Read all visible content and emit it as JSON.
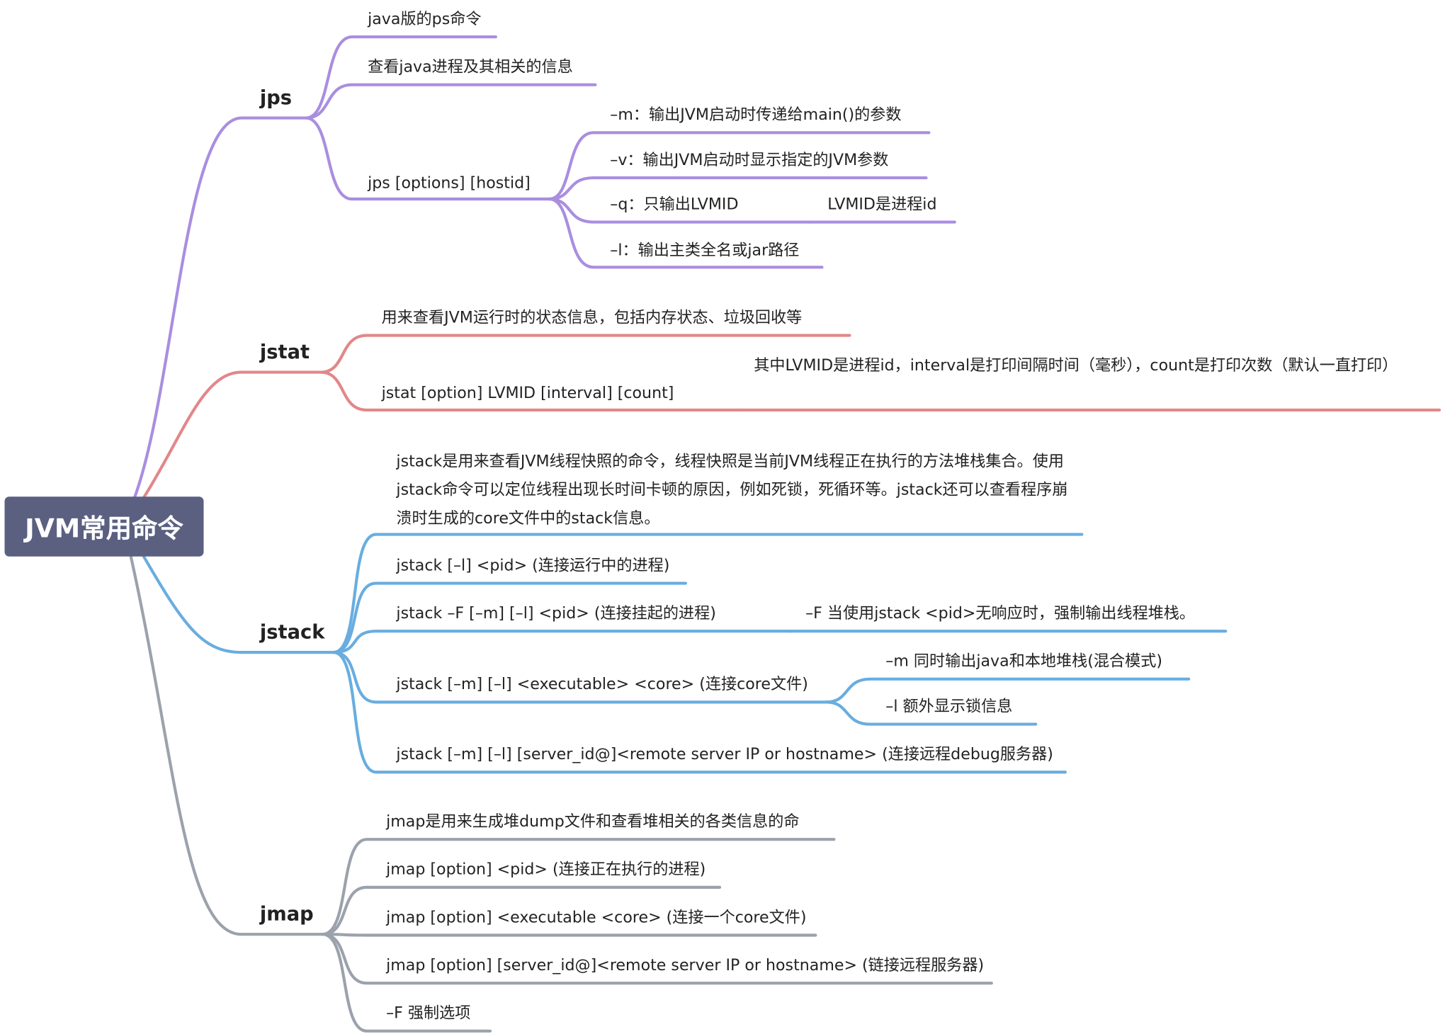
{
  "colors": {
    "root": "#5b6081",
    "jps": "#a98ee0",
    "jstat": "#e2878a",
    "jstack": "#69ade0",
    "jmap": "#9ba2ac"
  },
  "root": "JVM常用命令",
  "jps": {
    "label": "jps",
    "items": [
      "java版的ps命令",
      "查看java进程及其相关的信息",
      "jps [options] [hostid]"
    ],
    "options": [
      "–m：输出JVM启动时传递给main()的参数",
      "–v：输出JVM启动时显示指定的JVM参数",
      "–q：只输出LVMID",
      "–l：输出主类全名或jar路径"
    ],
    "q_note": "LVMID是进程id"
  },
  "jstat": {
    "label": "jstat",
    "items": [
      "用来查看JVM运行时的状态信息，包括内存状态、垃圾回收等",
      "jstat [option] LVMID [interval] [count]"
    ],
    "note": "其中LVMID是进程id，interval是打印间隔时间（毫秒），count是打印次数（默认一直打印）"
  },
  "jstack": {
    "label": "jstack",
    "items": [
      "jstack是用来查看JVM线程快照的命令，线程快照是当前JVM线程正在执行的方法堆栈集合。使用jstack命令可以定位线程出现长时间卡顿的原因，例如死锁，死循环等。jstack还可以查看程序崩溃时生成的core文件中的stack信息。",
      "jstack [–l] <pid> (连接运行中的进程)",
      "jstack –F [–m] [–l] <pid> (连接挂起的进程)",
      "jstack [–m] [–l] <executable> <core> (连接core文件)",
      "jstack [–m] [–l] [server_id@]<remote server IP or hostname> (连接远程debug服务器)"
    ],
    "f_note": "–F 当使用jstack <pid>无响应时，强制输出线程堆栈。",
    "core_options": [
      "–m 同时输出java和本地堆栈(混合模式)",
      "–l 额外显示锁信息"
    ]
  },
  "jmap": {
    "label": "jmap",
    "items": [
      "jmap是用来生成堆dump文件和查看堆相关的各类信息的命",
      "jmap [option] <pid> (连接正在执行的进程)",
      "jmap [option] <executable <core> (连接一个core文件)",
      "jmap [option] [server_id@]<remote server IP or hostname> (链接远程服务器)",
      "–F 强制选项"
    ]
  }
}
